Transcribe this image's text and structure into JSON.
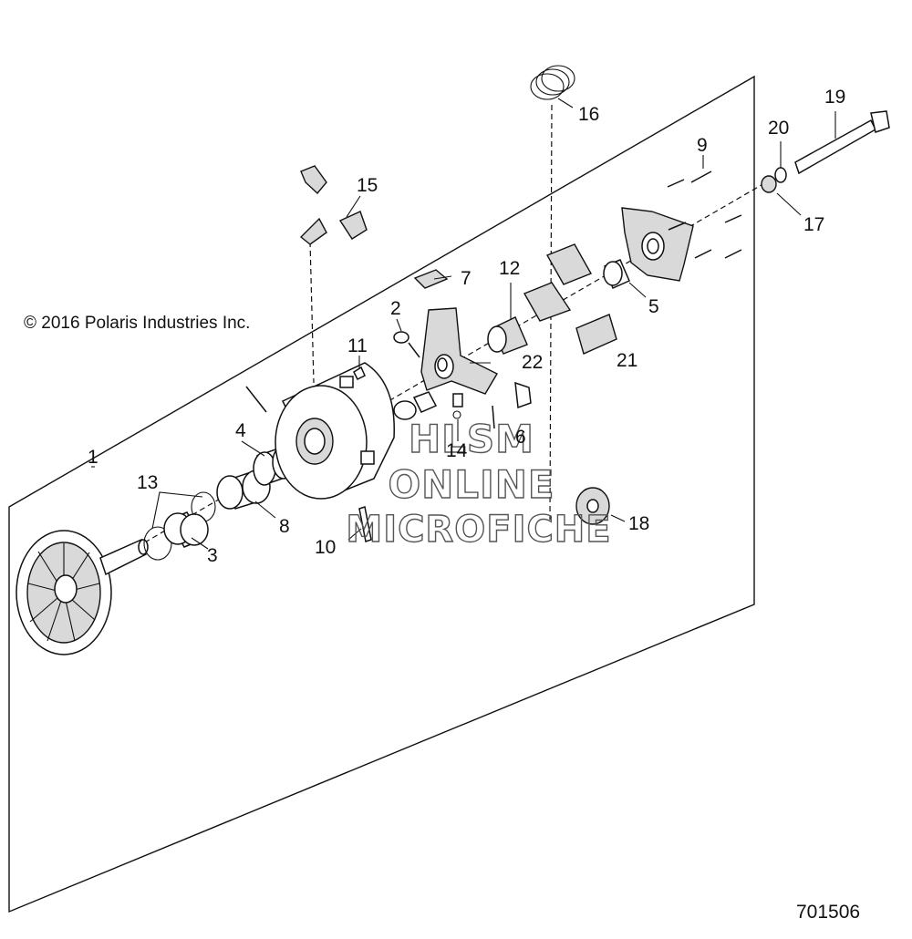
{
  "copyright": "© 2016 Polaris Industries Inc.",
  "diagram_id": "701506",
  "watermark": {
    "line1": "HLSM",
    "line2": "ONLINE",
    "line3": "MICROFICHE"
  },
  "callouts": {
    "c1": "1",
    "c2": "2",
    "c3": "3",
    "c4": "4",
    "c5": "5",
    "c6": "6",
    "c7": "7",
    "c8": "8",
    "c9": "9",
    "c10": "10",
    "c11": "11",
    "c12": "12",
    "c13": "13",
    "c14": "14",
    "c15": "15",
    "c16": "16",
    "c17": "17",
    "c18": "18",
    "c19": "19",
    "c20": "20",
    "c21": "21",
    "c22": "22"
  }
}
